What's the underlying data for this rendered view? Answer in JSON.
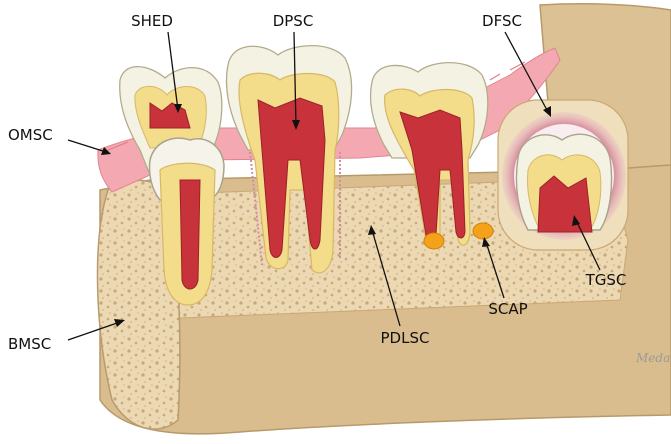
{
  "labels": {
    "shed": "SHED",
    "dpsc": "DPSC",
    "dfsc": "DFSC",
    "omsc": "OMSC",
    "pdlsc": "PDLSC",
    "scap": "SCAP",
    "tgsc": "TGSC",
    "bmsc": "BMSC"
  },
  "watermark": "Meda",
  "colors": {
    "enamel": "#f3f1e4",
    "dentin": "#f3dc8a",
    "pulp": "#c8323a",
    "bone": "#e2c79c",
    "marrow": "#f1e1bd",
    "gingiva": "#f4a9b2",
    "follicle": "#a82c5f",
    "apical_papilla": "#f4a21a"
  }
}
